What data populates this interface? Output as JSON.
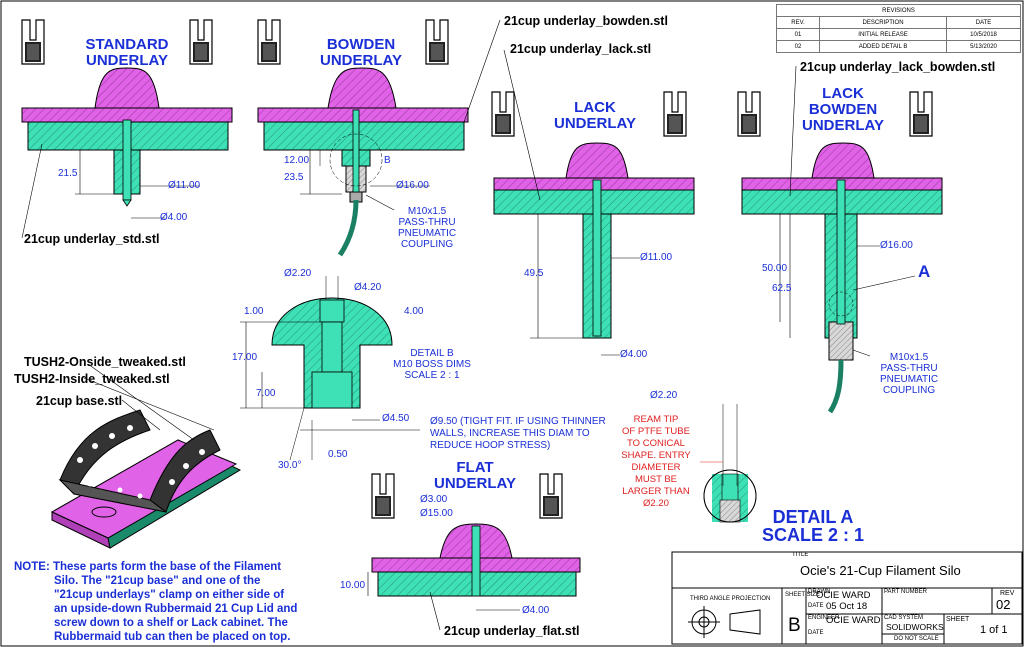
{
  "revisions": {
    "heading": "REVISIONS",
    "columns": [
      "REV.",
      "DESCRIPTION",
      "DATE"
    ],
    "rows": [
      {
        "rev": "01",
        "description": "INITIAL RELEASE",
        "date": "10/5/2018"
      },
      {
        "rev": "02",
        "description": "ADDED DETAIL B",
        "date": "5/13/2020"
      }
    ]
  },
  "views": {
    "standard": {
      "line1": "STANDARD",
      "line2": "UNDERLAY",
      "file": "21cup underlay_std.stl",
      "dim_height": "21.5",
      "dim_dia_outer": "Ø11.00",
      "dim_dia_inner": "Ø4.00"
    },
    "bowden": {
      "line1": "BOWDEN",
      "line2": "UNDERLAY",
      "file": "21cup underlay_bowden.stl",
      "dim_12": "12.00",
      "dim_height": "23.5",
      "dim_dia": "Ø16.00",
      "detail_tag": "B",
      "coupling": [
        "M10x1.5",
        "PASS-THRU",
        "PNEUMATIC",
        "COUPLING"
      ]
    },
    "lack": {
      "line1": "LACK",
      "line2": "UNDERLAY",
      "file": "21cup underlay_lack.stl",
      "dim_height": "49.5",
      "dim_dia_outer": "Ø11.00",
      "dim_dia_inner": "Ø4.00"
    },
    "lack_bowden": {
      "line1": "LACK",
      "line2": "BOWDEN",
      "line3": "UNDERLAY",
      "file": "21cup underlay_lack_bowden.stl",
      "dim_50": "50.00",
      "dim_height": "62.5",
      "dim_dia": "Ø16.00",
      "detail_tag": "A",
      "coupling": [
        "M10x1.5",
        "PASS-THRU",
        "PNEUMATIC",
        "COUPLING"
      ]
    },
    "flat": {
      "line1": "FLAT",
      "line2": "UNDERLAY",
      "file": "21cup underlay_flat.stl",
      "dim_dia_3": "Ø3.00",
      "dim_dia_15": "Ø15.00",
      "dim_height": "10.00",
      "dim_dia_inner": "Ø4.00"
    }
  },
  "detail_b": {
    "label": [
      "DETAIL B",
      "M10 BOSS DIMS",
      "SCALE 2 : 1"
    ],
    "dim_220": "Ø2.20",
    "dim_420": "Ø4.20",
    "dim_100": "1.00",
    "dim_400": "4.00",
    "dim_1700": "17.00",
    "dim_700": "7.00",
    "dim_450": "Ø4.50",
    "dim_050": "0.50",
    "dim_angle": "30.0°",
    "dim_950": "Ø9.50 (TIGHT FIT. IF USING THINNER",
    "dim_950_b": "WALLS, INCREASE THIS DIAM TO",
    "dim_950_c": "REDUCE HOOP STRESS)"
  },
  "detail_a": {
    "label1": "DETAIL A",
    "label2": "SCALE 2 : 1",
    "dim_220": "Ø2.20",
    "ream_note": [
      "REAM TIP",
      "OF PTFE TUBE",
      "TO CONICAL",
      "SHAPE. ENTRY",
      "DIAMETER",
      "MUST BE",
      "LARGER THAN",
      "Ø2.20"
    ]
  },
  "assembly": {
    "tush_onside": "TUSH2-Onside_tweaked.stl",
    "tush_inside": "TUSH2-Inside_tweaked.stl",
    "base": "21cup base.stl"
  },
  "note": [
    "NOTE: These parts form the base of the Filament",
    "Silo. The \"21cup base\" and one of the",
    "\"21cup underlays\" clamp on either side of",
    "an upside-down Rubbermaid 21 Cup Lid and",
    "screw down to a shelf or Lack cabinet. The",
    "Rubbermaid tub can then be placed on top."
  ],
  "title_block": {
    "title_label": "TITLE",
    "title": "Ocie's 21-Cup Filament Silo",
    "projection": "THIRD ANGLE PROJECTION",
    "sheet_size_label": "SHEET SIZE",
    "sheet_size": "B",
    "drawn_label": "DRAWN",
    "drawn": "OCIE WARD",
    "date_label": "DATE",
    "date": "05 Oct 18",
    "engineer_label": "ENGINEER",
    "engineer": "OCIE WARD",
    "date2_label": "DATE",
    "part_number_label": "PART NUMBER",
    "cad_label": "CAD SYSTEM",
    "cad": "SOLIDWORKS",
    "dont_scale": "DO NOT SCALE",
    "sheet_label": "SHEET",
    "sheet": "1 of 1",
    "rev_label": "REV",
    "rev": "02"
  },
  "colors": {
    "cyan": "#3ee0b5",
    "magenta": "#e062e6",
    "steel": "#c9c9c9",
    "dim_blue": "#1a2fd6",
    "red_note": "#e02020"
  }
}
